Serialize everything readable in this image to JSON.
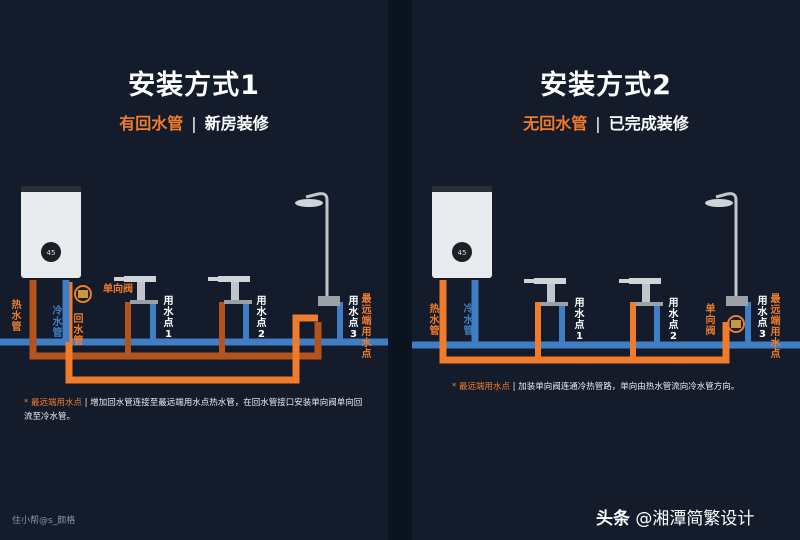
{
  "left": {
    "title": "安装方式1",
    "subtitle_highlight": "有回水管",
    "subtitle_separator": "|",
    "subtitle_rest": "新房装修",
    "labels": {
      "hot_pipe": "热水管",
      "cold_pipe": "冷水管",
      "return_pipe": "回水管",
      "check_valve": "单向阀",
      "point1": "用水点1",
      "point2": "用水点2",
      "point3": "用水点3",
      "farthest": "最远端用水点"
    },
    "note_highlight": "* 最远端用水点",
    "note_sep": " | ",
    "note_text": "增加回水管连接至最远端用水点热水管，在回水管接口安装单向阀单向回流至冷水管。"
  },
  "right": {
    "title": "安装方式2",
    "subtitle_highlight": "无回水管",
    "subtitle_separator": "|",
    "subtitle_rest": "已完成装修",
    "labels": {
      "hot_pipe": "热水管",
      "cold_pipe": "冷水管",
      "check_valve": "单向阀",
      "point1": "用水点1",
      "point2": "用水点2",
      "point3": "用水点3",
      "farthest": "最远端用水点"
    },
    "note_highlight": "* 最远端用水点",
    "note_sep": " | ",
    "note_text": "加装单向阀连通冷热管路，单向由热水管流向冷水管方向。"
  },
  "credit": "住小帮@s_颜格",
  "brand_prefix": "头条",
  "brand_rest": " @湘潭简繁设计",
  "colors": {
    "hot": "#f07b2b",
    "cold": "#3f7ec4",
    "bg": "#141c2b"
  }
}
